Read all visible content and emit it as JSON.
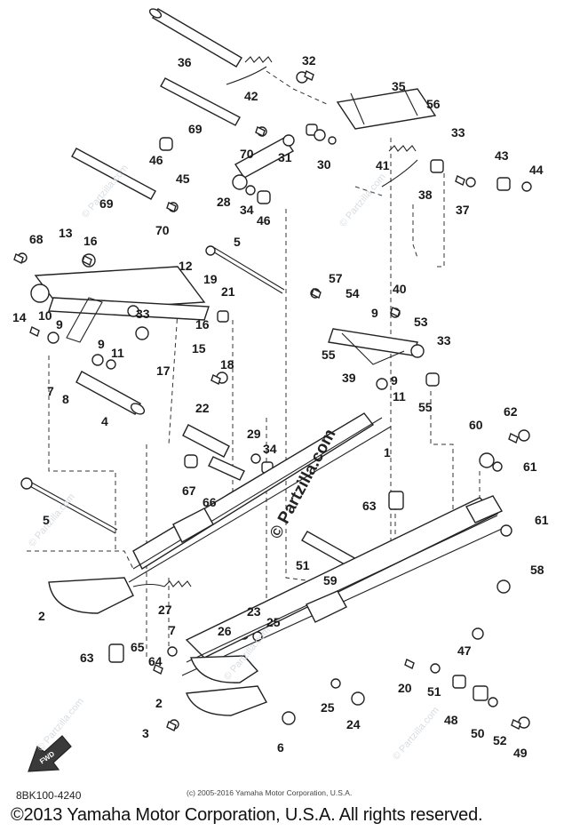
{
  "diagram": {
    "reference_code": "8BK100-4240",
    "inner_copyright": "(c) 2005-2016 Yamaha Motor Corporation, U.S.A.",
    "copyright": "©2013 Yamaha Motor Corporation, U.S.A. All rights reserved.",
    "watermark": "© Partzilla.com",
    "direction_label": "FWD",
    "callouts": [
      "36",
      "42",
      "32",
      "35",
      "56",
      "33",
      "69",
      "70",
      "31",
      "30",
      "46",
      "45",
      "41",
      "43",
      "44",
      "28",
      "34",
      "46",
      "38",
      "37",
      "69",
      "70",
      "68",
      "13",
      "16",
      "5",
      "12",
      "57",
      "54",
      "40",
      "19",
      "21",
      "14",
      "10",
      "9",
      "33",
      "9",
      "53",
      "33",
      "16",
      "15",
      "55",
      "9",
      "11",
      "17",
      "18",
      "39",
      "9",
      "7",
      "8",
      "11",
      "55",
      "4",
      "22",
      "29",
      "34",
      "1",
      "60",
      "62",
      "67",
      "66",
      "61",
      "5",
      "63",
      "61",
      "51",
      "59",
      "58",
      "2",
      "27",
      "23",
      "25",
      "26",
      "47",
      "63",
      "65",
      "7",
      "64",
      "20",
      "51",
      "2",
      "25",
      "48",
      "50",
      "3",
      "24",
      "6",
      "52",
      "49"
    ]
  }
}
